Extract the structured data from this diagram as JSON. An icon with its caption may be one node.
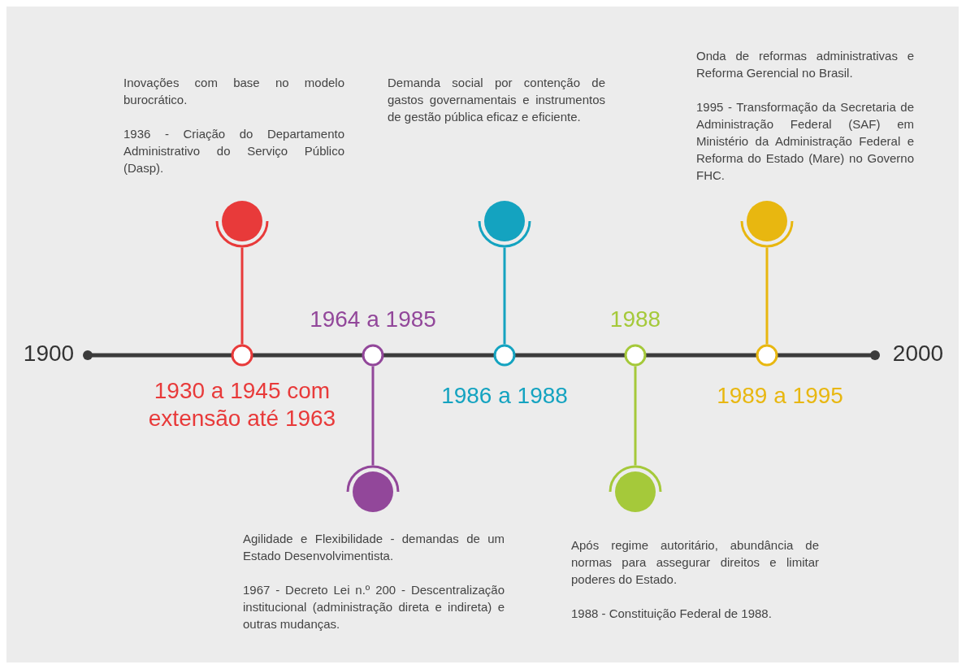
{
  "diagram": {
    "nodes": [
      {
        "text": [],
        "shape": "circle",
        "beside": [
          "Inovações com base no modelo burocrático.",
          "1936 - Criação do Departamento Administrativo do Serviço Público (Dasp)."
        ]
      },
      {
        "text": [],
        "shape": "circle",
        "beside": [
          "1930 a 1945 com extensão até 1963"
        ]
      },
      {
        "text": [],
        "shape": "circle",
        "beside": [
          "1964 a 1985"
        ]
      },
      {
        "text": [],
        "shape": "circle",
        "beside": [
          "Agilidade e Flexibilidade - demandas de um Estado Desenvolvimentista.",
          "1967 - Decreto Lei n.º 200 - Descentralização institucional (administração direta e indireta) e outras mudanças."
        ]
      },
      {
        "text": [],
        "shape": "circle"
      },
      {
        "text": [],
        "shape": "circle",
        "beside": [
          "1986 a 1988"
        ]
      },
      {
        "text": [],
        "shape": "circle",
        "beside": [
          "1988"
        ]
      },
      {
        "text": [],
        "shape": "circle",
        "beside": [
          "Após regime autoritário, abundância de normas para assegurar direitos e limitar poderes do Estado.",
          "1988 - Constituição Federal de 1988."
        ]
      },
      {
        "text": [],
        "shape": "circle",
        "beside": [
          "Onda de reformas administrativas e Reforma Gerencial no Brasil.",
          "1995 - Transformação da Secretaria de Administração Federal (SAF) em Ministério da Administração Federal e Reforma do Estado (Mare) no Governo FHC."
        ]
      },
      {
        "text": [],
        "shape": "circle",
        "beside": [
          "1989 a 1995"
        ]
      }
    ],
    "edges": [
      {
        "from": 1,
        "to": 0,
        "arrow": "none",
        "color": "#e83a3a"
      },
      {
        "from": 2,
        "to": 3,
        "arrow": "none",
        "color": "#92479a"
      },
      {
        "from": 5,
        "to": 4,
        "arrow": "none",
        "color": "#14a3c0"
      },
      {
        "from": 6,
        "to": 7,
        "arrow": "none",
        "color": "#a5c93a"
      },
      {
        "from": 9,
        "to": 8,
        "arrow": "none",
        "color": "#e8b710"
      }
    ],
    "labels": [
      "Demanda social por contenção de gastos governamentais e instrumentos de gestão pública eficaz e eficiente.",
      "1900",
      "2000"
    ]
  }
}
